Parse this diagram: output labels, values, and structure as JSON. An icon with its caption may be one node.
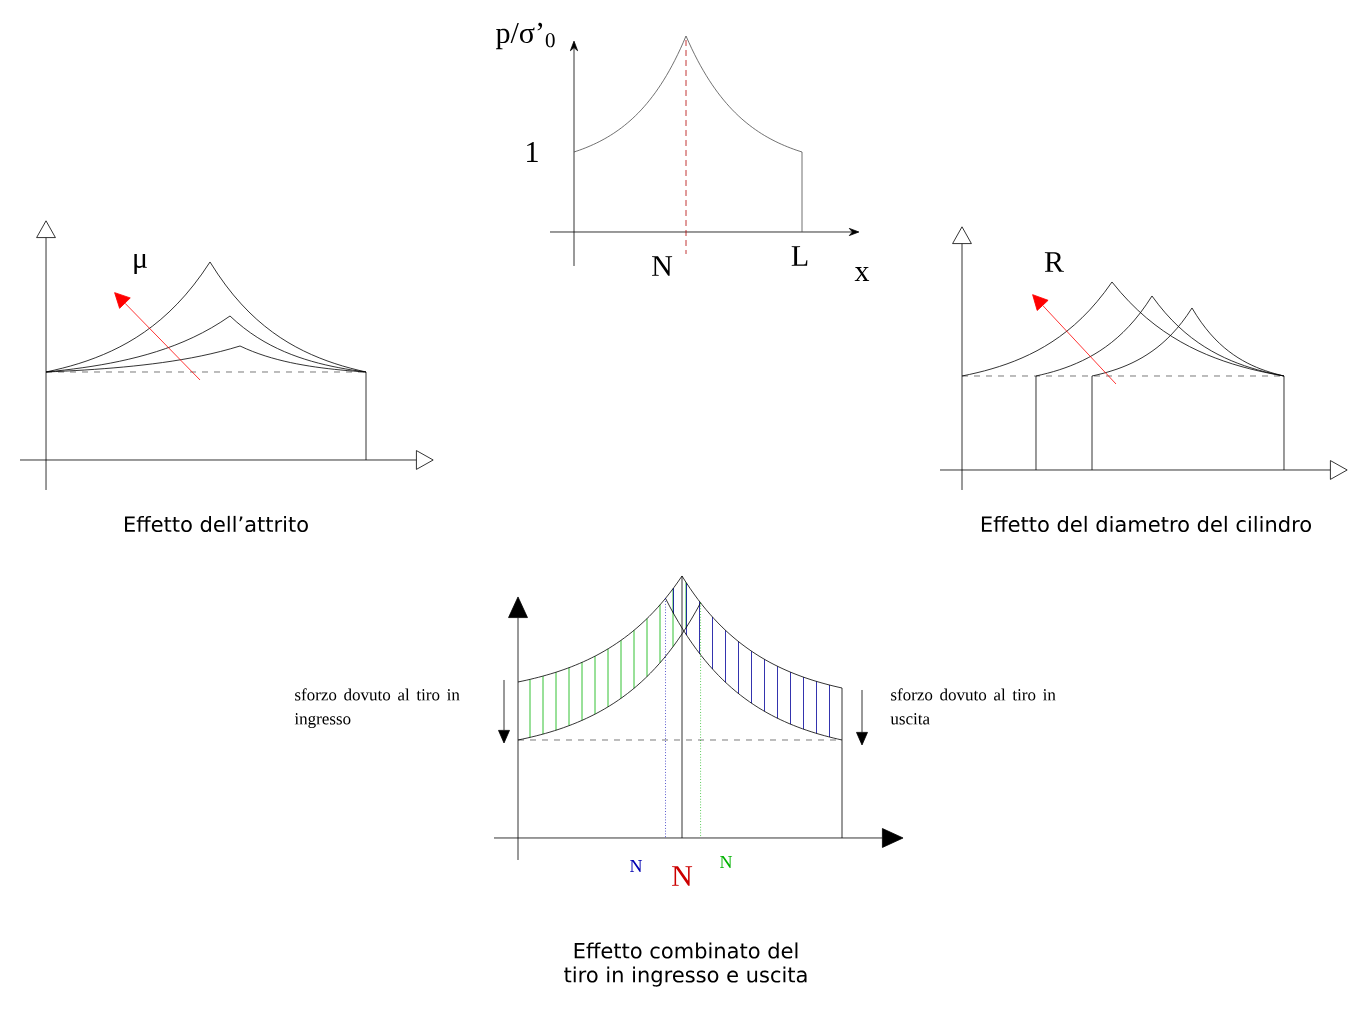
{
  "diagram": {
    "labels": [
      "p/σ’$_{0}$",
      "1",
      "N",
      "L",
      "x",
      "μ",
      "R",
      "Effetto dell’attrito",
      "Effetto del diametro del cilindro",
      "sforzo dovuto al tiro in ingresso",
      "sforzo dovuto al tiro in uscita",
      "N",
      "N",
      "N",
      "Effetto combinato del tiro in ingresso e uscita"
    ]
  }
}
